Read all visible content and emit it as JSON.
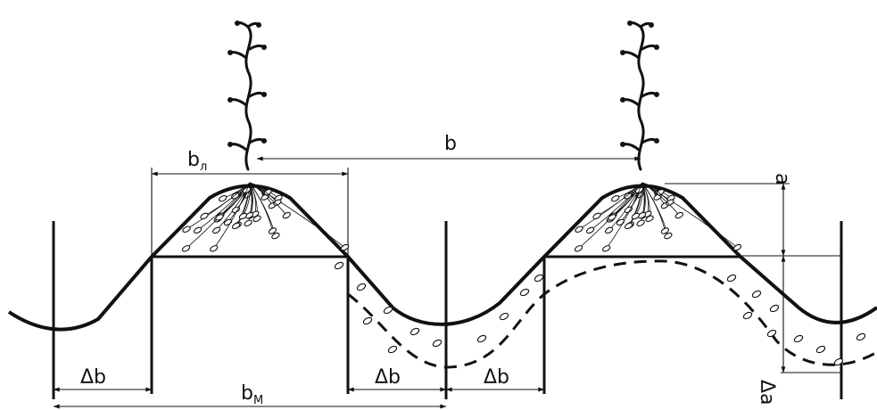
{
  "diagram": {
    "labels": {
      "b": "b",
      "b_l_main": "b",
      "b_l_sub": "л",
      "b_m_main": "b",
      "b_m_sub": "M",
      "a": "a",
      "delta_a": "Δa",
      "delta_b": "Δb"
    }
  }
}
